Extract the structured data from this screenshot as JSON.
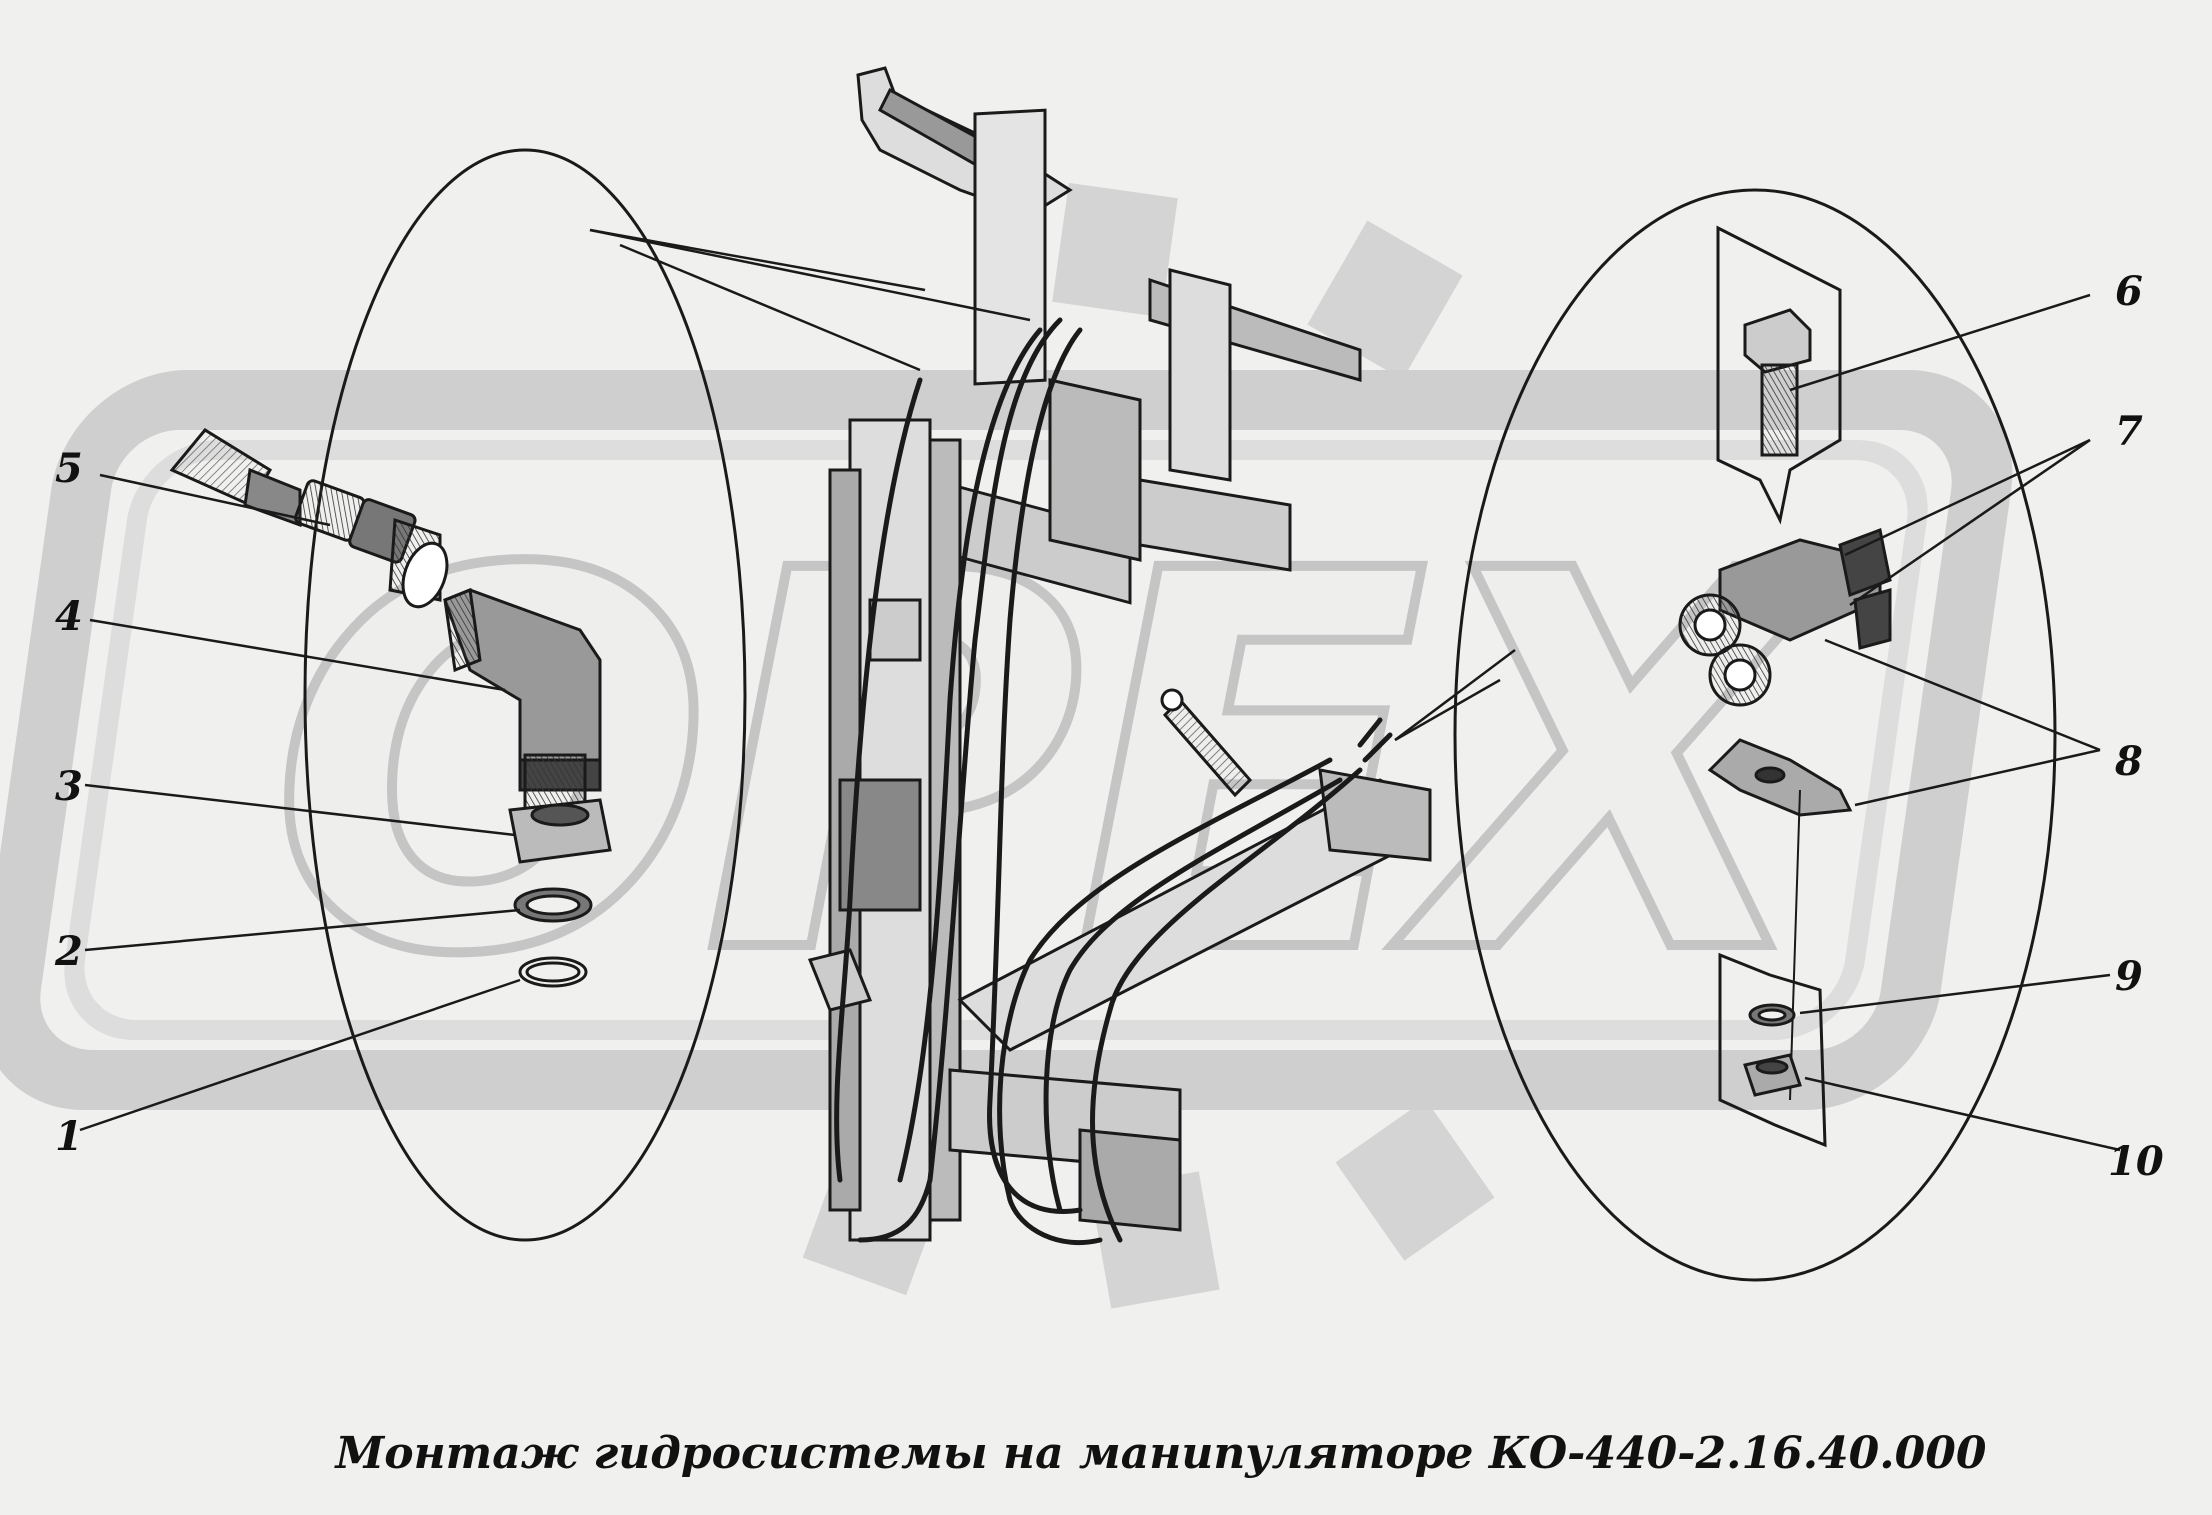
{
  "title": "Монтаж гидросистемы на манипуляторе КО-440-2.16.40.000",
  "watermark": "OPEX",
  "callouts": [
    {
      "id": "1",
      "text": "1"
    },
    {
      "id": "2",
      "text": "2"
    },
    {
      "id": "3",
      "text": "3"
    },
    {
      "id": "4",
      "text": "4"
    },
    {
      "id": "5",
      "text": "5"
    },
    {
      "id": "6",
      "text": "6"
    },
    {
      "id": "7",
      "text": "7"
    },
    {
      "id": "8",
      "text": "8"
    },
    {
      "id": "9",
      "text": "9"
    },
    {
      "id": "10",
      "text": "10"
    }
  ],
  "colors": {
    "background": "#f0f0ee",
    "line": "#1a1a1a",
    "watermark": "#c4c4c4"
  }
}
